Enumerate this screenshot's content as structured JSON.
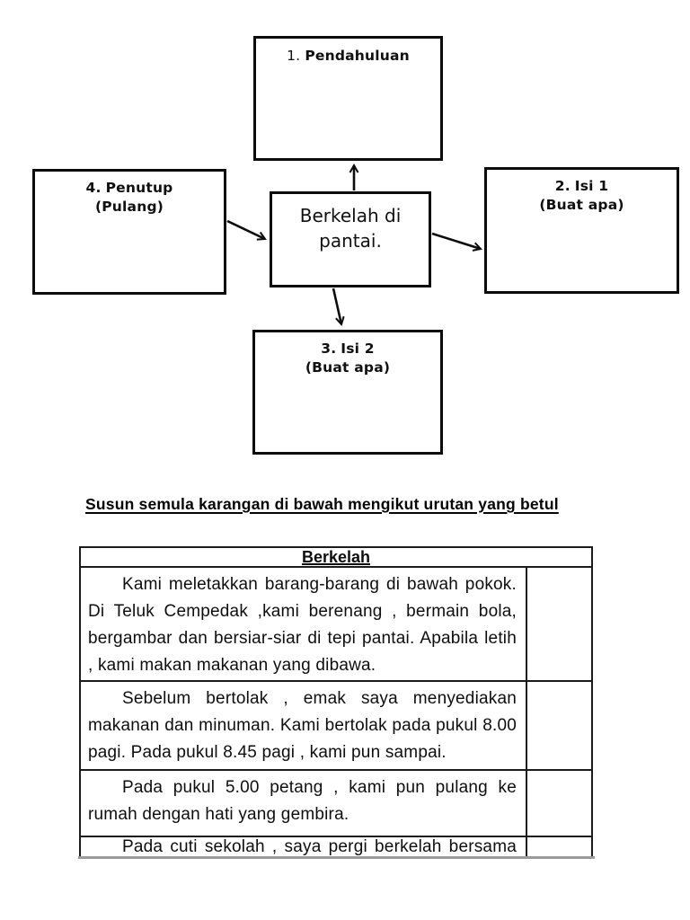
{
  "diagram": {
    "center_label": "Berkelah di pantai.",
    "nodes": [
      {
        "num": "1.",
        "label": "Pendahuluan",
        "line2": ""
      },
      {
        "num": "2.",
        "label": "Isi 1",
        "line2": "(Buat apa)"
      },
      {
        "num": "3.",
        "label": "Isi 2",
        "line2": "(Buat apa)"
      },
      {
        "num": "4.",
        "label": "Penutup",
        "line2": "(Pulang)"
      }
    ]
  },
  "instruction_heading": "Susun semula karangan di bawah mengikut urutan yang betul",
  "table": {
    "title": "Berkelah",
    "rows": [
      {
        "text": "Kami meletakkan barang-barang di bawah pokok. Di Teluk Cempedak ,kami berenang , bermain bola, bergambar dan bersiar-siar di tepi pantai. Apabila letih , kami makan makanan yang dibawa.",
        "answer": ""
      },
      {
        "text": "Sebelum bertolak , emak saya menyediakan makanan dan minuman. Kami bertolak pada pukul 8.00 pagi. Pada pukul 8.45 pagi , kami pun sampai.",
        "answer": ""
      },
      {
        "text": "Pada pukul 5.00 petang , kami pun pulang ke rumah dengan hati yang gembira.",
        "answer": ""
      },
      {
        "text": "Pada cuti sekolah , saya  pergi berkelah bersama",
        "answer": ""
      }
    ]
  },
  "colors": {
    "box_border": "#0c0c0c",
    "table_border": "#1c1c1c",
    "page_cut_line": "#9b9b9b",
    "text": "#101010"
  }
}
